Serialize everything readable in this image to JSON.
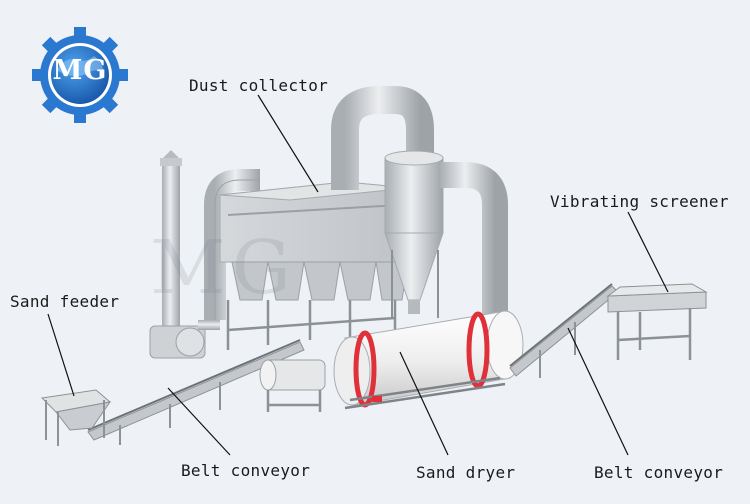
{
  "logo": {
    "text": "MG"
  },
  "watermark": {
    "text": "MG"
  },
  "labels": {
    "dust_collector": "Dust collector",
    "vibrating_screener": "Vibrating screener",
    "sand_feeder": "Sand feeder",
    "belt_conveyor_left": "Belt conveyor",
    "sand_dryer": "Sand dryer",
    "belt_conveyor_right": "Belt conveyor"
  },
  "colors": {
    "background": "#eef2f6",
    "machine_gray": "#c9cdd1",
    "drum_white": "#f4f4f4",
    "drum_ring_red": "#e0303a",
    "logo_blue": "#1f6ec7"
  }
}
